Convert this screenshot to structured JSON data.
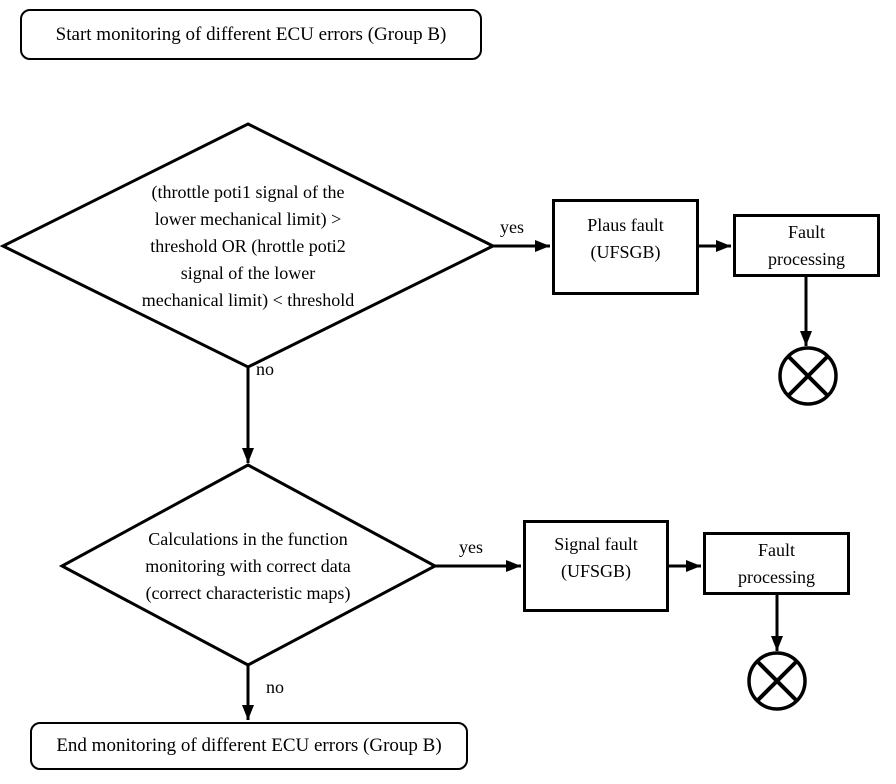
{
  "flowchart": {
    "start_label": "Start monitoring of different ECU errors (Group B)",
    "decision1_label": "(throttle poti1 signal of the\nlower mechanical limit) >\nthreshold OR (hrottle poti2\nsignal of the lower\nmechanical limit) < threshold",
    "yes1_label": "yes",
    "no1_label": "no",
    "process_plaus_label": "Plaus fault\n(UFSGB)",
    "process_fault1_label": "Fault\nprocessing",
    "decision2_label": "Calculations in the function\nmonitoring with correct data\n(correct characteristic maps)",
    "yes2_label": "yes",
    "no2_label": "no",
    "process_signal_label": "Signal fault\n(UFSGB)",
    "process_fault2_label": "Fault\nprocessing",
    "end_label": "End monitoring of different ECU errors (Group B)",
    "colors": {
      "stroke": "#000000",
      "background": "#ffffff"
    }
  }
}
